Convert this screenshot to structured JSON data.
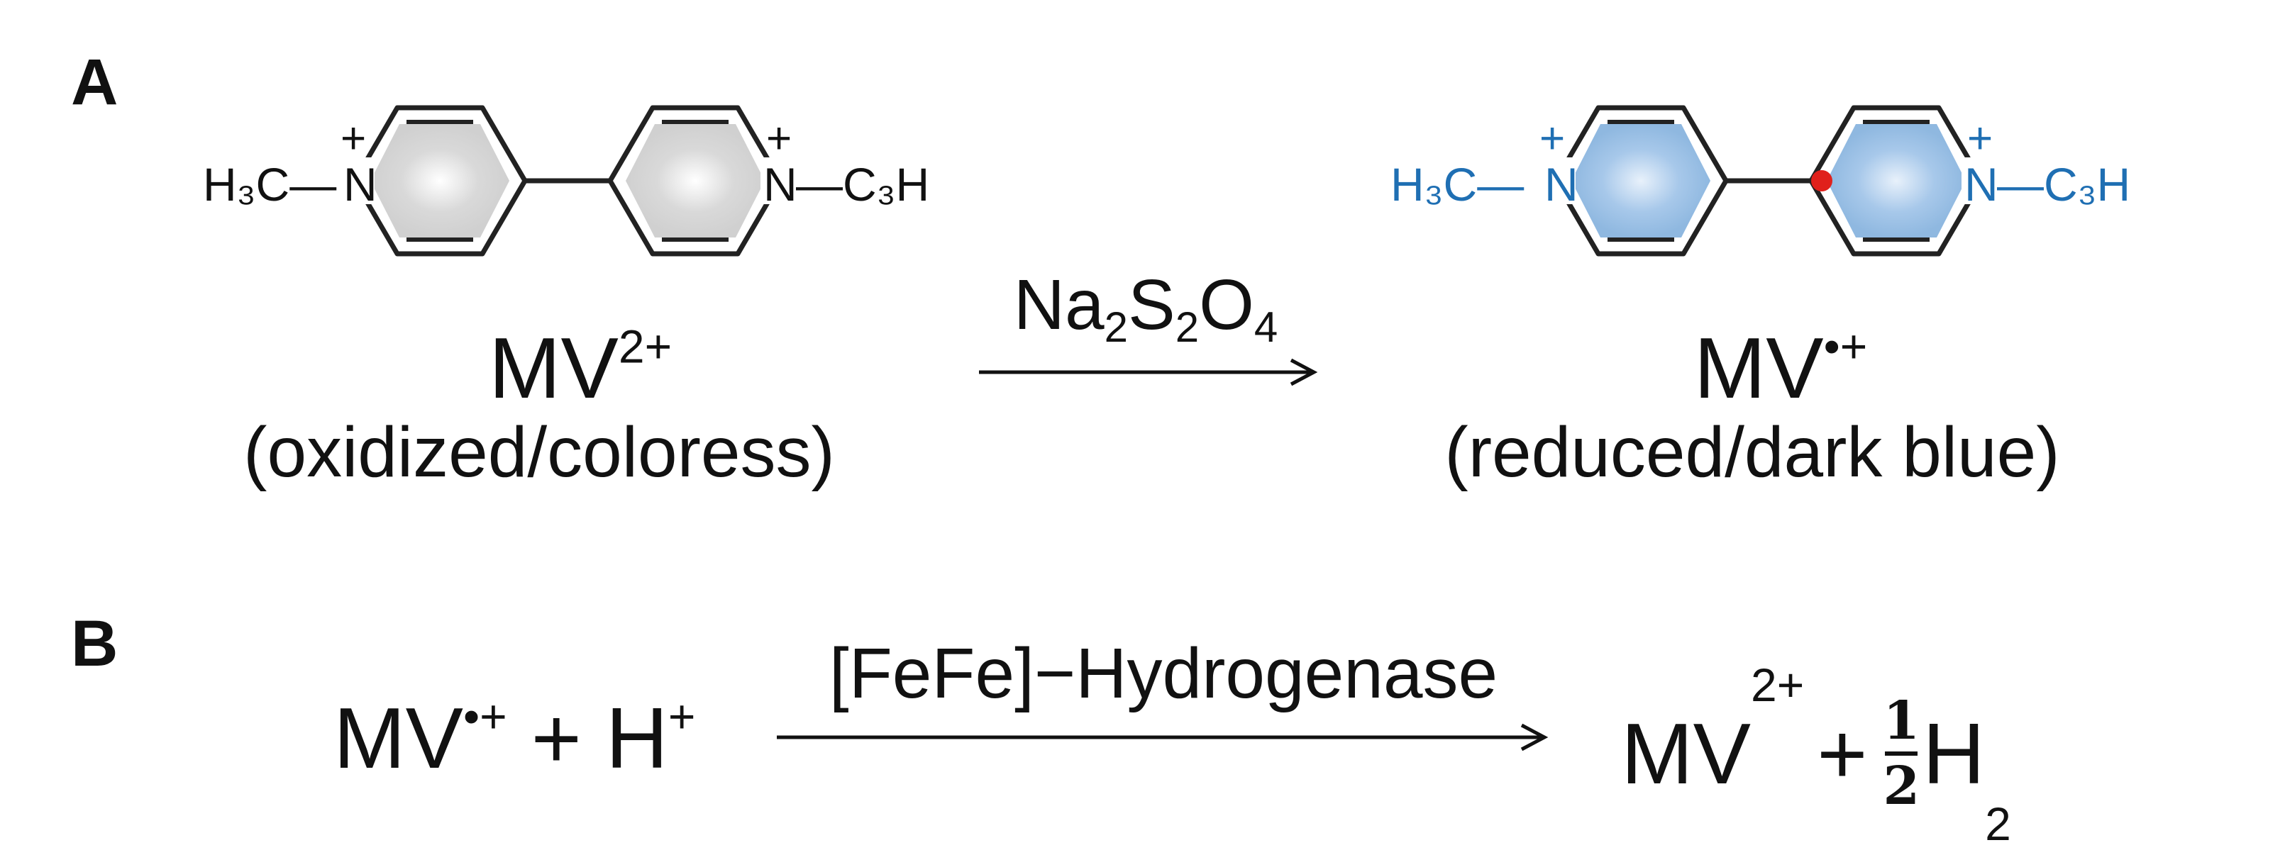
{
  "panels": {
    "a_label": "A",
    "b_label": "B"
  },
  "colors": {
    "text": "#111111",
    "accent_blue": "#1f6fb3",
    "ring_gray": "#c9c9c9",
    "ring_blue": "#8fb8e0",
    "radical_red": "#e0201b"
  },
  "reaction_a": {
    "oxidized": {
      "left_group": "H₃C—",
      "n_atom": "N",
      "charge": "+",
      "right_group": "—C₃H",
      "species": "MV",
      "species_charge": "2+",
      "state": "(oxidized/coloress)"
    },
    "reagent": {
      "parts": [
        "Na",
        "2",
        "S",
        "2",
        "O",
        "4"
      ]
    },
    "reduced": {
      "left_group": "H₃C—",
      "n_atom": "N",
      "charge": "+",
      "right_group": "—C₃H",
      "species": "MV",
      "species_charge": "•+",
      "state": "(reduced/dark blue)"
    }
  },
  "reaction_b": {
    "reactant_species": "MV",
    "reactant_charge": "•+",
    "plus_1": "+ H",
    "proton_charge": "+",
    "enzyme": "[FeFe]−Hydrogenase",
    "product_species": "MV",
    "product_charge": "2+",
    "plus_2": "+",
    "frac_num": "1",
    "frac_den": "2",
    "h2": "H",
    "h2_sub": "2"
  }
}
